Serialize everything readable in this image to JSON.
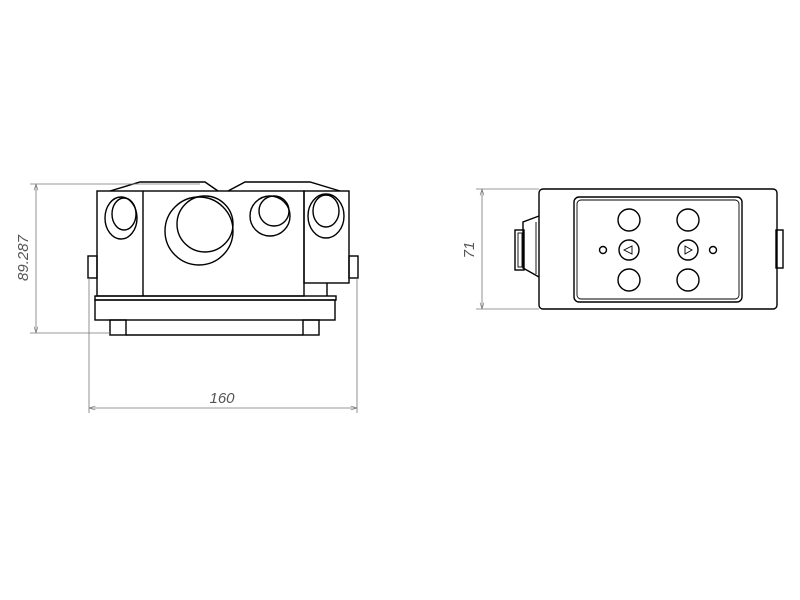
{
  "front_view": {
    "height_dimension": "89.287",
    "width_dimension": "160"
  },
  "top_view": {
    "height_dimension": "71"
  },
  "colors": {
    "line": "#000000",
    "dimension": "#777777"
  }
}
